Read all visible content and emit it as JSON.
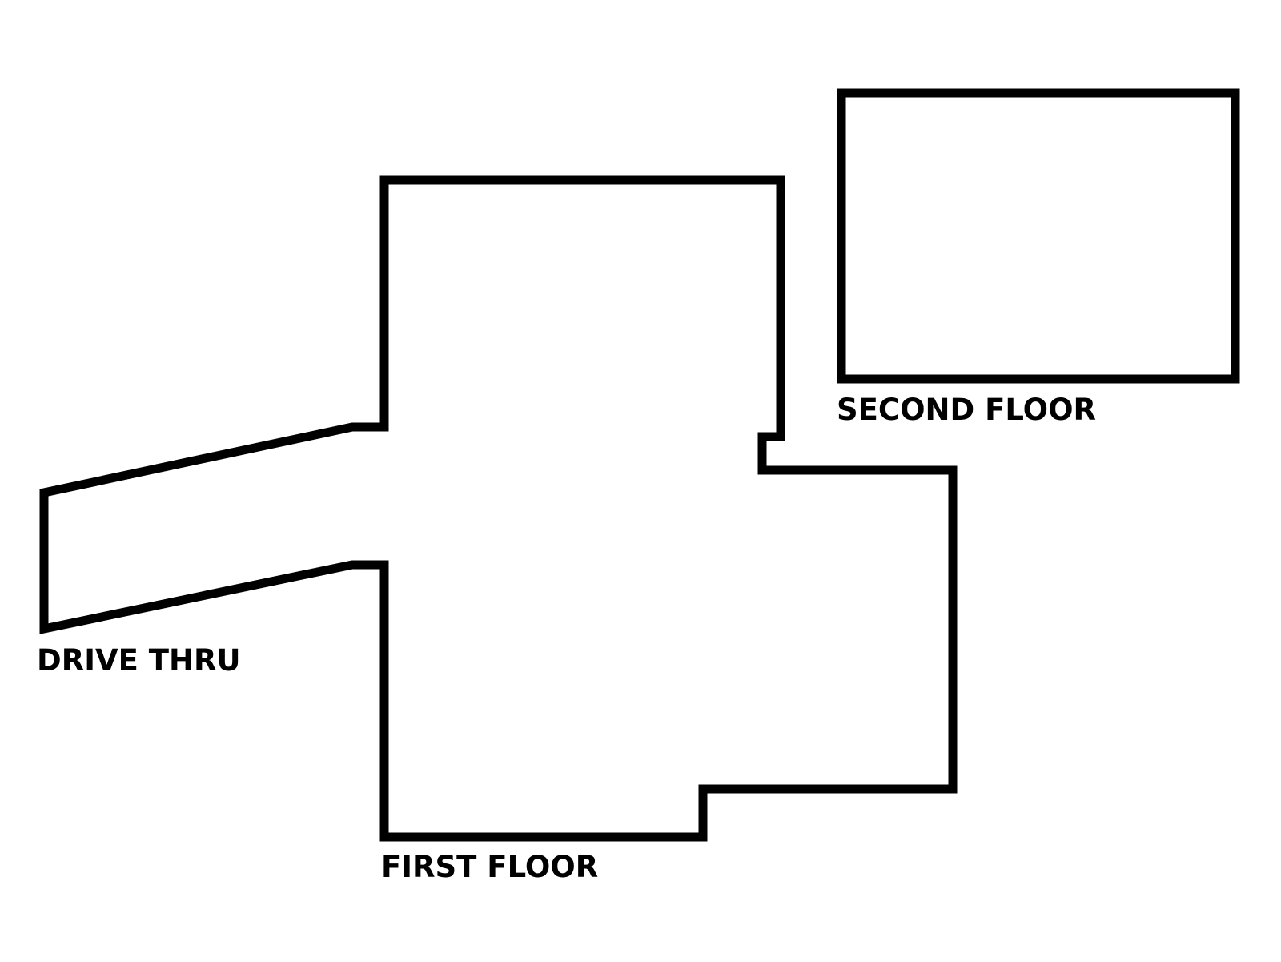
{
  "diagram": {
    "labels": {
      "drive_thru": "DRIVE THRU",
      "first_floor": "FIRST FLOOR",
      "second_floor": "SECOND FLOOR"
    },
    "colors": {
      "outline": "#000000",
      "background": "#ffffff",
      "text": "#000000"
    }
  }
}
